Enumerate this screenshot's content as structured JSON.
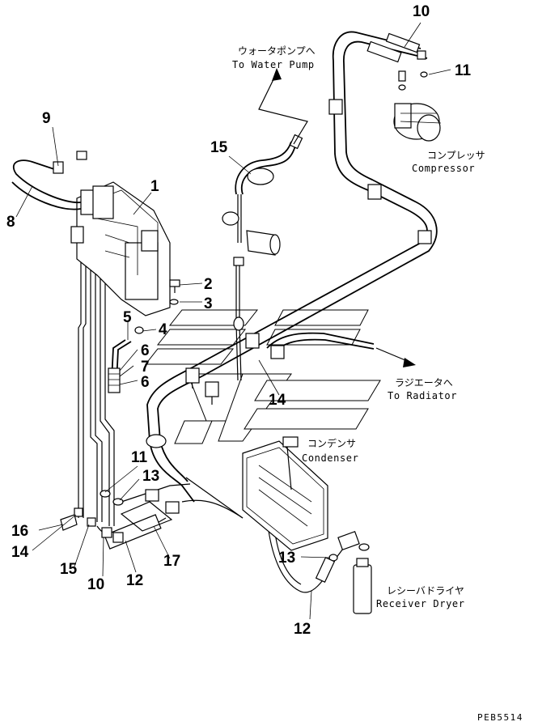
{
  "callouts": {
    "c1": "1",
    "c2": "2",
    "c3": "3",
    "c4": "4",
    "c5": "5",
    "c6a": "6",
    "c6b": "6",
    "c7": "7",
    "c8": "8",
    "c9": "9",
    "c10a": "10",
    "c10b": "10",
    "c11a": "11",
    "c11b": "11",
    "c12a": "12",
    "c12b": "12",
    "c13a": "13",
    "c13b": "13",
    "c14a": "14",
    "c14b": "14",
    "c15a": "15",
    "c15b": "15",
    "c16": "16",
    "c17": "17"
  },
  "labels": {
    "water_pump_jp": "ウォータポンプへ",
    "water_pump_en": "To Water Pump",
    "compressor_jp": "コンプレッサ",
    "compressor_en": "Compressor",
    "radiator_jp": "ラジエータへ",
    "radiator_en": "To Radiator",
    "condenser_jp": "コンデンサ",
    "condenser_en": "Condenser",
    "receiver_jp": "レシーバドライヤ",
    "receiver_en": "Receiver Dryer"
  },
  "drawing_code": "PEB5514"
}
